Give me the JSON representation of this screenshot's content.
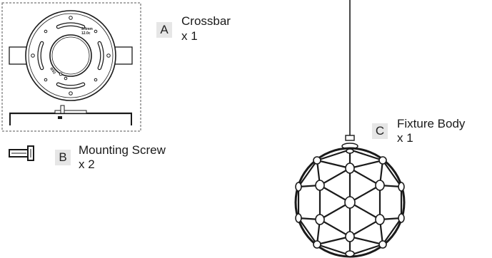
{
  "parts": [
    {
      "letter": "A",
      "name": "Crossbar",
      "qty": "x 1"
    },
    {
      "letter": "B",
      "name": "Mounting Screw",
      "qty": "x 2"
    },
    {
      "letter": "C",
      "name": "Fixture Body",
      "qty": "x 1"
    }
  ],
  "crossbar_markings": [
    "3.4mm",
    "12.0c",
    "8/32"
  ],
  "colors": {
    "line": "#1a1a1a",
    "label_box": "#e6e6e6",
    "dash": "#555555"
  }
}
